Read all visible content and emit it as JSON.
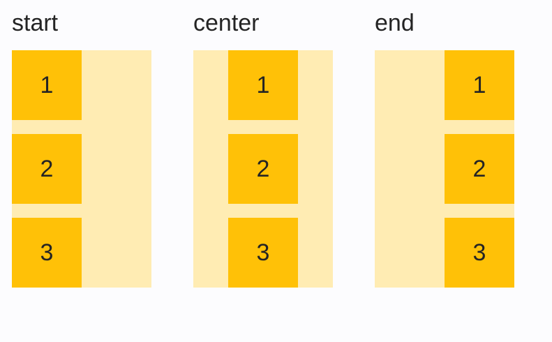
{
  "colors": {
    "page_background": "#FCFCFE",
    "container_background": "#FFECB3",
    "item_background": "#FFC107",
    "text": "#242424"
  },
  "groups": [
    {
      "label": "start",
      "alignment": "start",
      "items": [
        "1",
        "2",
        "3"
      ]
    },
    {
      "label": "center",
      "alignment": "center",
      "items": [
        "1",
        "2",
        "3"
      ]
    },
    {
      "label": "end",
      "alignment": "end",
      "items": [
        "1",
        "2",
        "3"
      ]
    }
  ]
}
